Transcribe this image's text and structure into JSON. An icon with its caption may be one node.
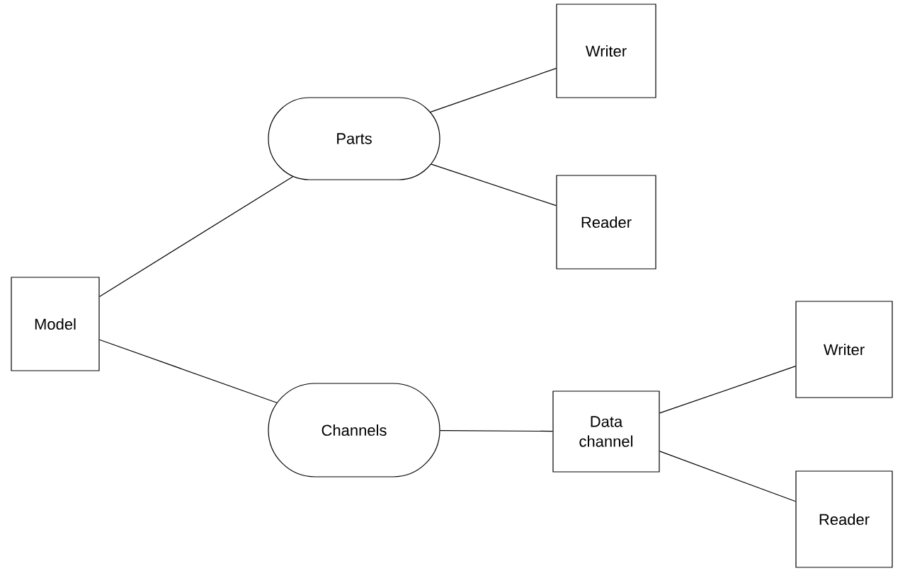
{
  "diagram": {
    "nodes": [
      {
        "text": [
          "Model"
        ]
      },
      {
        "text": [
          "Parts"
        ]
      },
      {
        "text": [
          "Writer"
        ]
      },
      {
        "text": [
          "Reader"
        ]
      },
      {
        "text": [
          "Channels"
        ]
      },
      {
        "text": [
          "Data channel"
        ]
      },
      {
        "text": [
          "Writer"
        ]
      },
      {
        "text": [
          "Reader"
        ]
      }
    ],
    "edges": [
      {
        "from": 0,
        "to": 1,
        "arrow": "none"
      },
      {
        "from": 0,
        "to": 4,
        "arrow": "none"
      },
      {
        "from": 1,
        "to": 2,
        "arrow": "none"
      },
      {
        "from": 1,
        "to": 3,
        "arrow": "none"
      },
      {
        "from": 4,
        "to": 5,
        "arrow": "none"
      },
      {
        "from": 5,
        "to": 6,
        "arrow": "none"
      },
      {
        "from": 5,
        "to": 7,
        "arrow": "none"
      }
    ]
  }
}
